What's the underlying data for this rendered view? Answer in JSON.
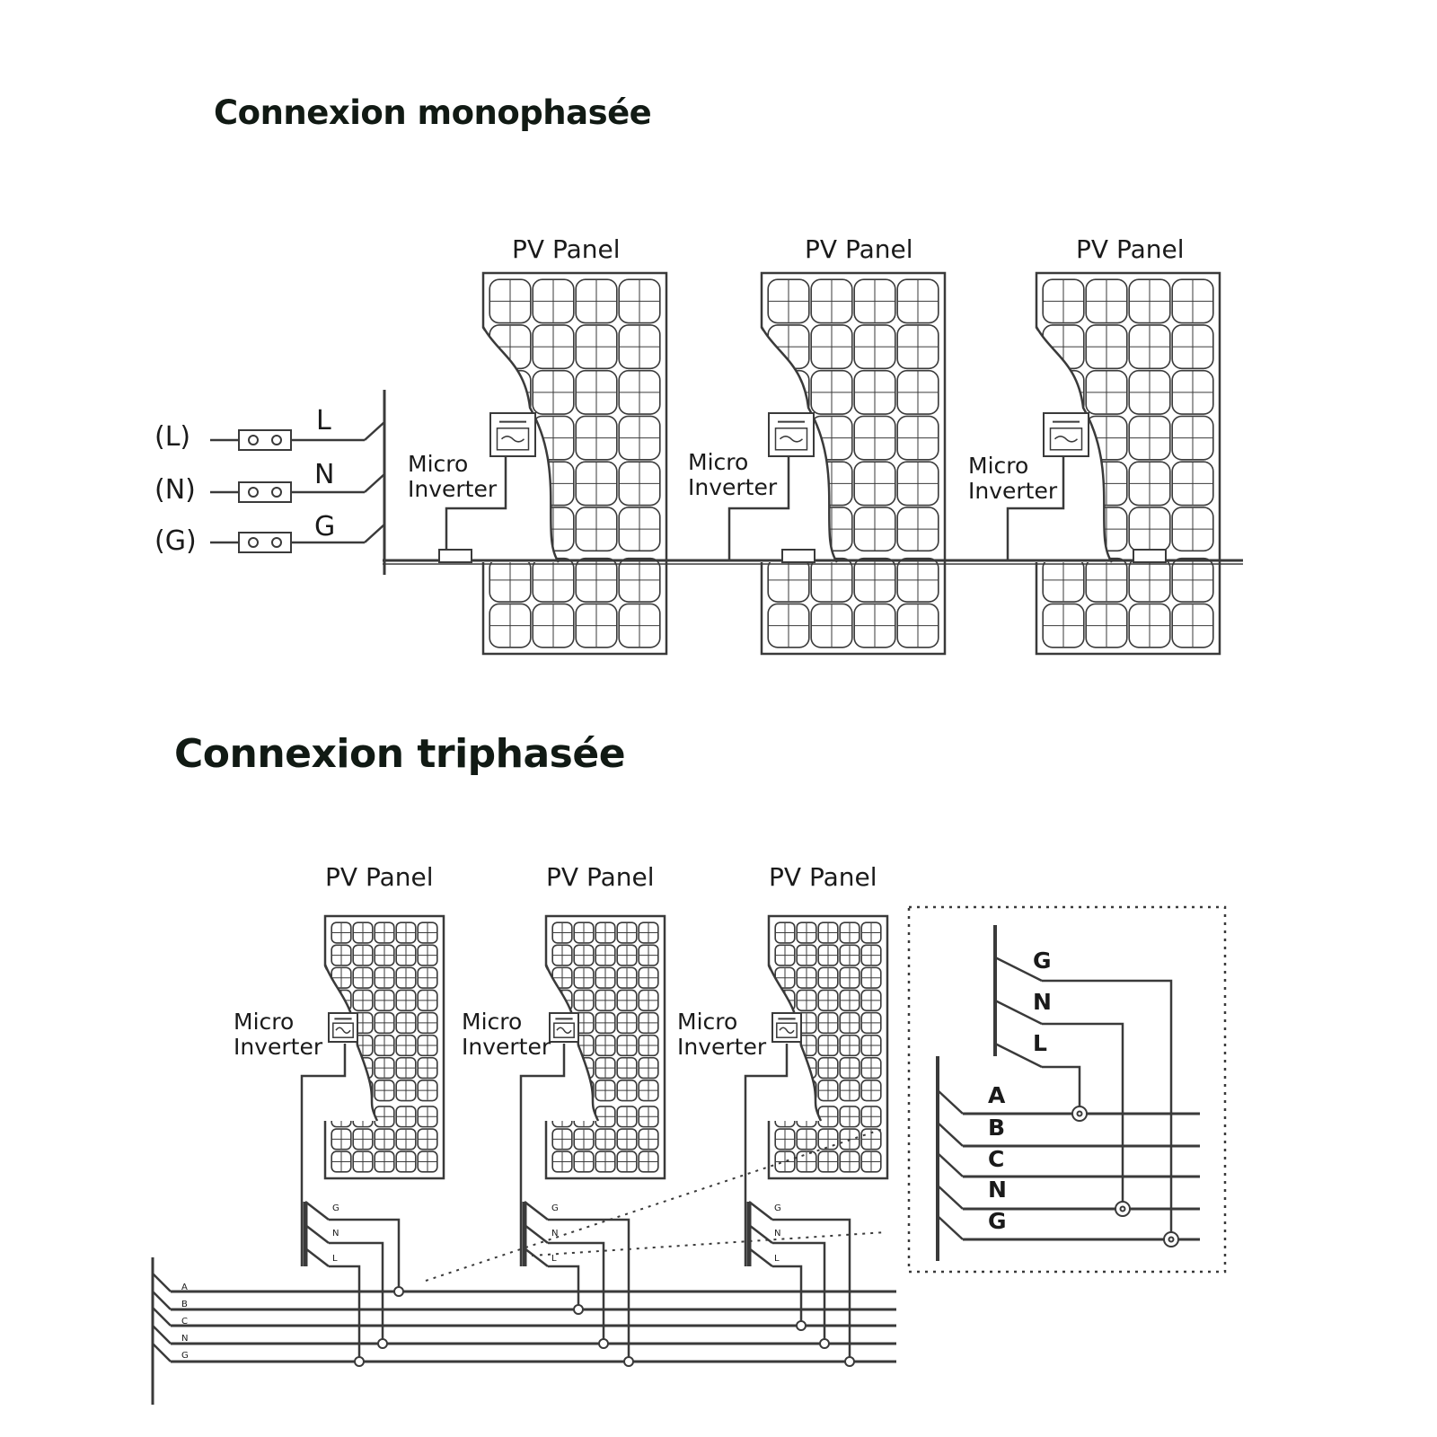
{
  "single_phase": {
    "title": "Connexion monophasée",
    "panel_label": "PV Panel",
    "inverter_label": [
      "Micro",
      "Inverter"
    ],
    "terminals": [
      "(L)",
      "(N)",
      "(G)"
    ],
    "line_labels": [
      "L",
      "N",
      "G"
    ]
  },
  "three_phase": {
    "title": "Connexion triphasée",
    "panel_label": "PV Panel",
    "inverter_label": [
      "Micro",
      "Inverter"
    ],
    "drop_labels": [
      "G",
      "N",
      "L"
    ],
    "bus_labels": [
      "A",
      "B",
      "C",
      "N",
      "G"
    ],
    "detail_top_labels": [
      "G",
      "N",
      "L"
    ],
    "detail_bus_labels": [
      "A",
      "B",
      "C",
      "N",
      "G"
    ]
  }
}
